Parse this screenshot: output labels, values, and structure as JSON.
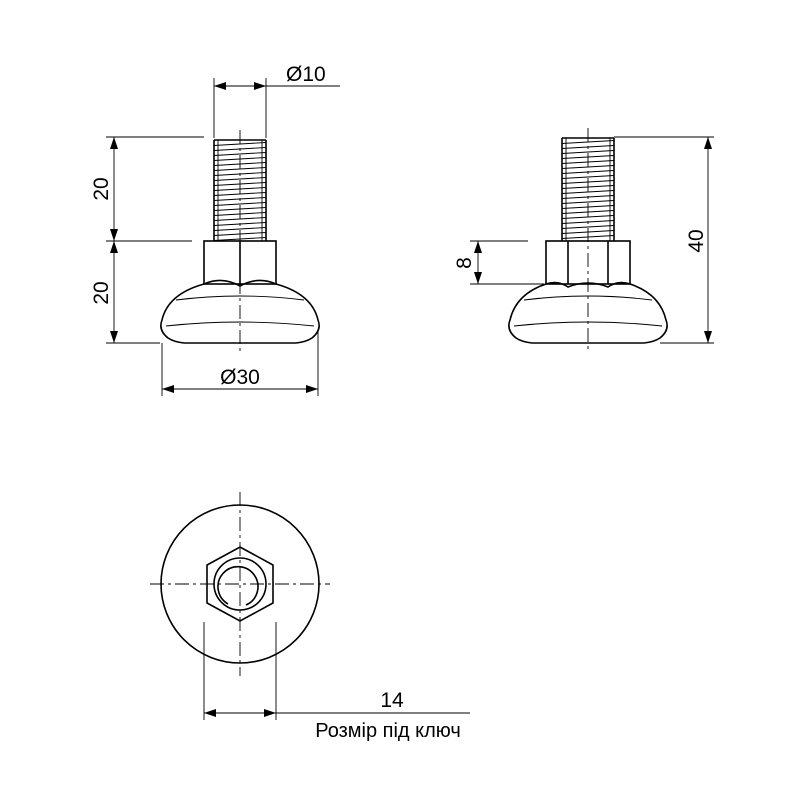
{
  "front_view": {
    "thread_diameter": "Ø10",
    "thread_length": "20",
    "base_height": "20",
    "base_diameter": "Ø30"
  },
  "side_view": {
    "hex_height": "8",
    "total_height": "40"
  },
  "top_view": {
    "wrench_size": "14",
    "wrench_note": "Розмір під ключ"
  }
}
